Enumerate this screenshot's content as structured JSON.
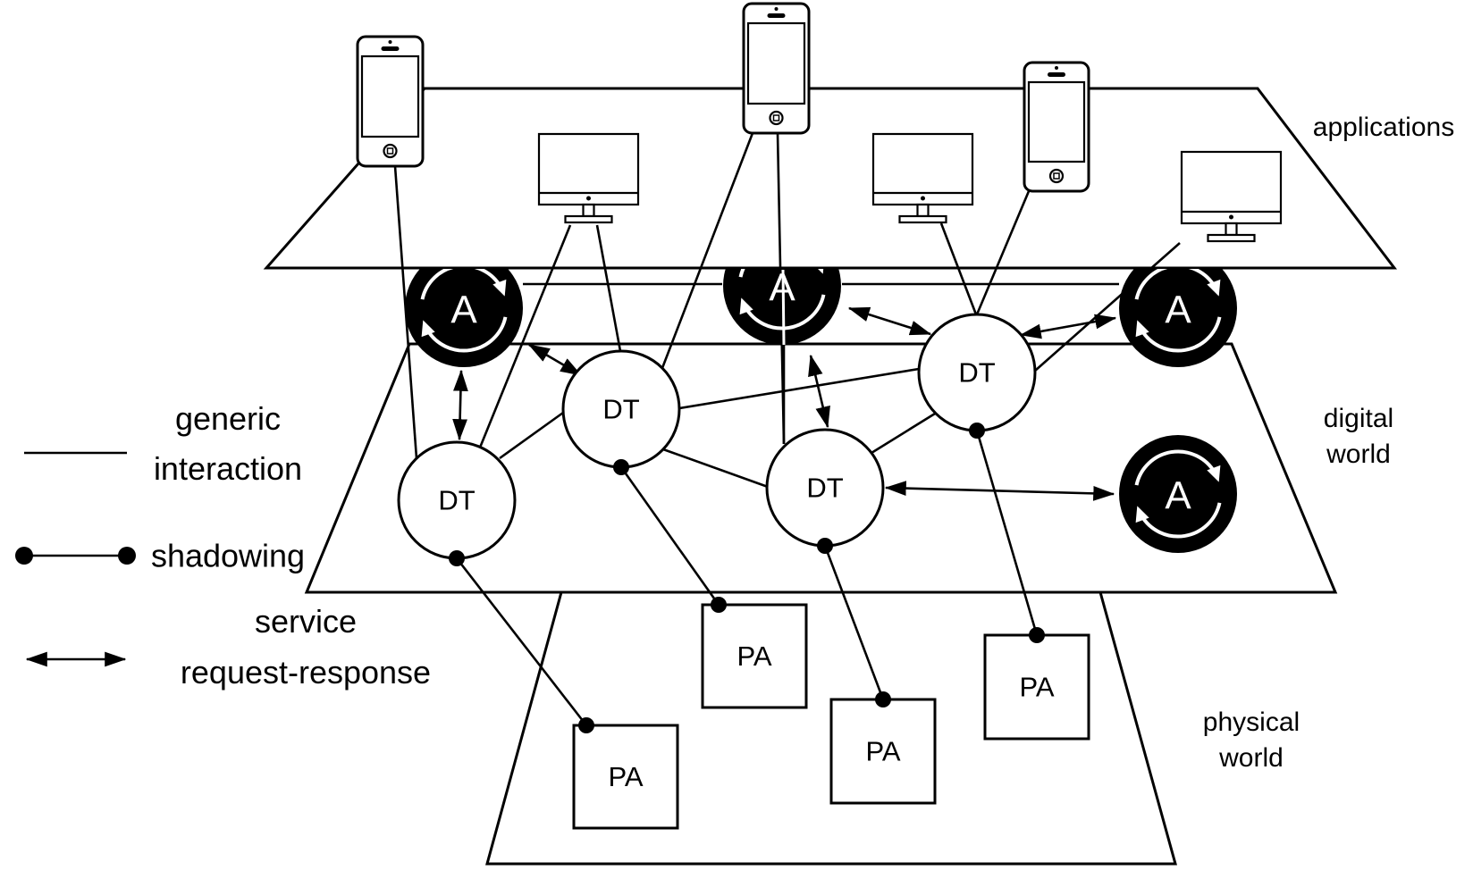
{
  "diagram": {
    "layers": {
      "applications": "applications",
      "digital_world": [
        "digital",
        "world"
      ],
      "physical_world": [
        "physical",
        "world"
      ]
    },
    "node_labels": {
      "digital_twin": "DT",
      "physical_asset": "PA",
      "agent": "A"
    },
    "nodes": {
      "phones": [
        "phone-1",
        "phone-2",
        "phone-3"
      ],
      "monitors": [
        "monitor-1",
        "monitor-2",
        "monitor-3"
      ],
      "agents": [
        "agent-1",
        "agent-2",
        "agent-3",
        "agent-4"
      ],
      "digital_twins": [
        "dt-1",
        "dt-2",
        "dt-3",
        "dt-4"
      ],
      "physical_assets": [
        "pa-1",
        "pa-2",
        "pa-3",
        "pa-4"
      ]
    },
    "edges": {
      "generic_interaction": [
        [
          "phone-1",
          "dt-1"
        ],
        [
          "monitor-1",
          "dt-1"
        ],
        [
          "monitor-1",
          "dt-2"
        ],
        [
          "phone-2",
          "dt-2"
        ],
        [
          "phone-2",
          "dt-3"
        ],
        [
          "monitor-2",
          "dt-4"
        ],
        [
          "phone-3",
          "dt-4"
        ],
        [
          "monitor-3",
          "dt-4"
        ],
        [
          "dt-1",
          "dt-2"
        ],
        [
          "dt-2",
          "dt-4"
        ],
        [
          "dt-2",
          "dt-3"
        ],
        [
          "dt-3",
          "dt-4"
        ],
        [
          "agent-1",
          "agent-2"
        ],
        [
          "agent-2",
          "agent-3"
        ]
      ],
      "shadowing": [
        [
          "dt-1",
          "pa-1"
        ],
        [
          "dt-2",
          "pa-2"
        ],
        [
          "dt-3",
          "pa-3"
        ],
        [
          "dt-4",
          "pa-4"
        ]
      ],
      "service_request_response": [
        [
          "agent-1",
          "dt-1"
        ],
        [
          "agent-1",
          "dt-2"
        ],
        [
          "agent-2",
          "dt-3"
        ],
        [
          "agent-2",
          "dt-4"
        ],
        [
          "agent-3",
          "dt-4"
        ],
        [
          "dt-3",
          "agent-4"
        ]
      ]
    },
    "legend": {
      "generic": [
        "generic",
        "interaction"
      ],
      "shadowing": "shadowing",
      "service": [
        "service",
        "request-response"
      ]
    }
  }
}
